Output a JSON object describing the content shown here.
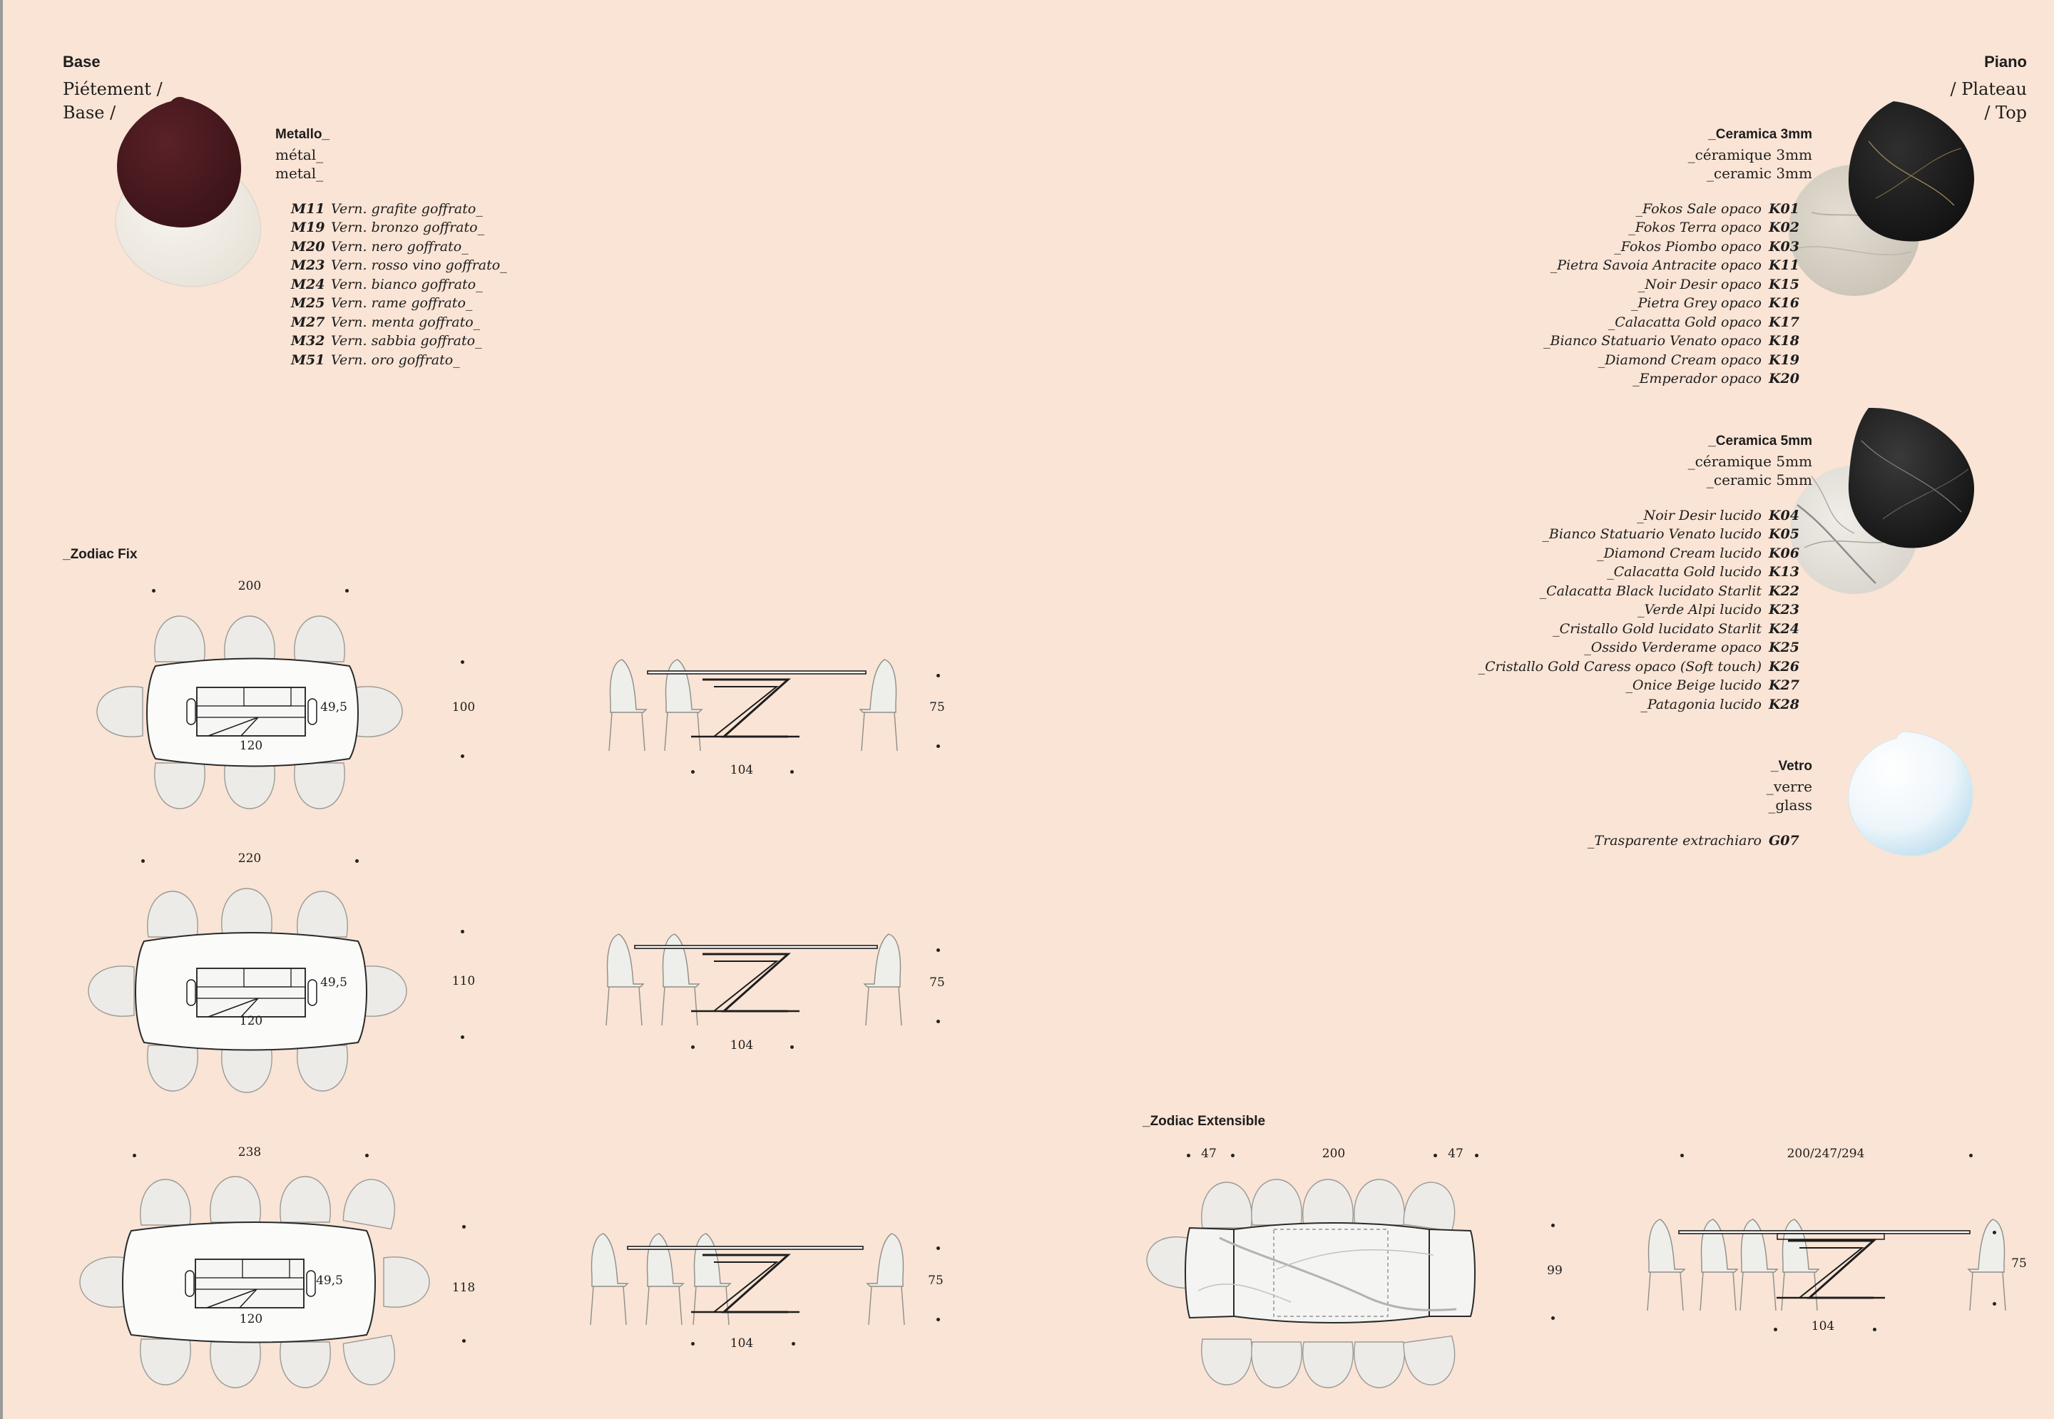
{
  "base": {
    "title": "Base",
    "fr": "Piétement /",
    "en": "Base /",
    "material": {
      "it": "Metallo_",
      "fr": "métal_",
      "en": "metal_"
    },
    "finishes": [
      {
        "code": "M11",
        "name": "Vern. grafite goffrato_"
      },
      {
        "code": "M19",
        "name": "Vern. bronzo goffrato_"
      },
      {
        "code": "M20",
        "name": "Vern. nero goffrato_"
      },
      {
        "code": "M23",
        "name": "Vern. rosso vino goffrato_"
      },
      {
        "code": "M24",
        "name": "Vern. bianco goffrato_"
      },
      {
        "code": "M25",
        "name": "Vern. rame goffrato_"
      },
      {
        "code": "M27",
        "name": "Vern. menta goffrato_"
      },
      {
        "code": "M32",
        "name": "Vern. sabbia goffrato_"
      },
      {
        "code": "M51",
        "name": "Vern. oro goffrato_"
      }
    ],
    "swatch_colors": [
      "#4e1c22",
      "#efebe3"
    ]
  },
  "top": {
    "title": "Piano",
    "fr": "/ Plateau",
    "en": "/ Top",
    "ceramic3": {
      "it": "_Ceramica 3mm",
      "fr": "_céramique 3mm",
      "en": "_ceramic 3mm",
      "finishes": [
        {
          "name": "_Fokos Sale opaco",
          "code": "K01"
        },
        {
          "name": "_Fokos Terra opaco",
          "code": "K02"
        },
        {
          "name": "_Fokos Piombo opaco",
          "code": "K03"
        },
        {
          "name": "_Pietra Savoia Antracite opaco",
          "code": "K11"
        },
        {
          "name": "_Noir Desir opaco",
          "code": "K15"
        },
        {
          "name": "_Pietra Grey opaco",
          "code": "K16"
        },
        {
          "name": "_Calacatta Gold opaco",
          "code": "K17"
        },
        {
          "name": "_Bianco Statuario Venato opaco",
          "code": "K18"
        },
        {
          "name": "_Diamond Cream opaco",
          "code": "K19"
        },
        {
          "name": "_Emperador opaco",
          "code": "K20"
        }
      ]
    },
    "ceramic5": {
      "it": "_Ceramica 5mm",
      "fr": "_céramique 5mm",
      "en": "_ceramic 5mm",
      "finishes": [
        {
          "name": "_Noir Desir lucido",
          "code": "K04"
        },
        {
          "name": "_Bianco Statuario Venato lucido",
          "code": "K05"
        },
        {
          "name": "_Diamond Cream lucido",
          "code": "K06"
        },
        {
          "name": "_Calacatta Gold lucido",
          "code": "K13"
        },
        {
          "name": "_Calacatta Black lucidato Starlit",
          "code": "K22"
        },
        {
          "name": "_Verde Alpi lucido",
          "code": "K23"
        },
        {
          "name": "_Cristallo Gold lucidato Starlit",
          "code": "K24"
        },
        {
          "name": "_Ossido Verderame opaco",
          "code": "K25"
        },
        {
          "name": "_Cristallo Gold Caress opaco (Soft touch)",
          "code": "K26"
        },
        {
          "name": "_Onice Beige lucido",
          "code": "K27"
        },
        {
          "name": "_Patagonia lucido",
          "code": "K28"
        }
      ]
    },
    "glass": {
      "it": "_Vetro",
      "fr": "_verre",
      "en": "_glass",
      "finishes": [
        {
          "name": "_Trasparente extrachiaro",
          "code": "G07"
        }
      ]
    }
  },
  "fix": {
    "title": "_Zodiac Fix",
    "rows": [
      {
        "length": "200",
        "depth": "100",
        "inner": "120",
        "side": "49,5",
        "height": "75",
        "base": "104"
      },
      {
        "length": "220",
        "depth": "110",
        "inner": "120",
        "side": "49,5",
        "height": "75",
        "base": "104"
      },
      {
        "length": "238",
        "depth": "118",
        "inner": "120",
        "side": "49,5",
        "height": "75",
        "base": "104"
      }
    ]
  },
  "extensible": {
    "title": "_Zodiac Extensible",
    "ext_left": "47",
    "length": "200",
    "ext_right": "47",
    "depth": "99",
    "lengths": "200/247/294",
    "height": "75",
    "base": "104"
  }
}
